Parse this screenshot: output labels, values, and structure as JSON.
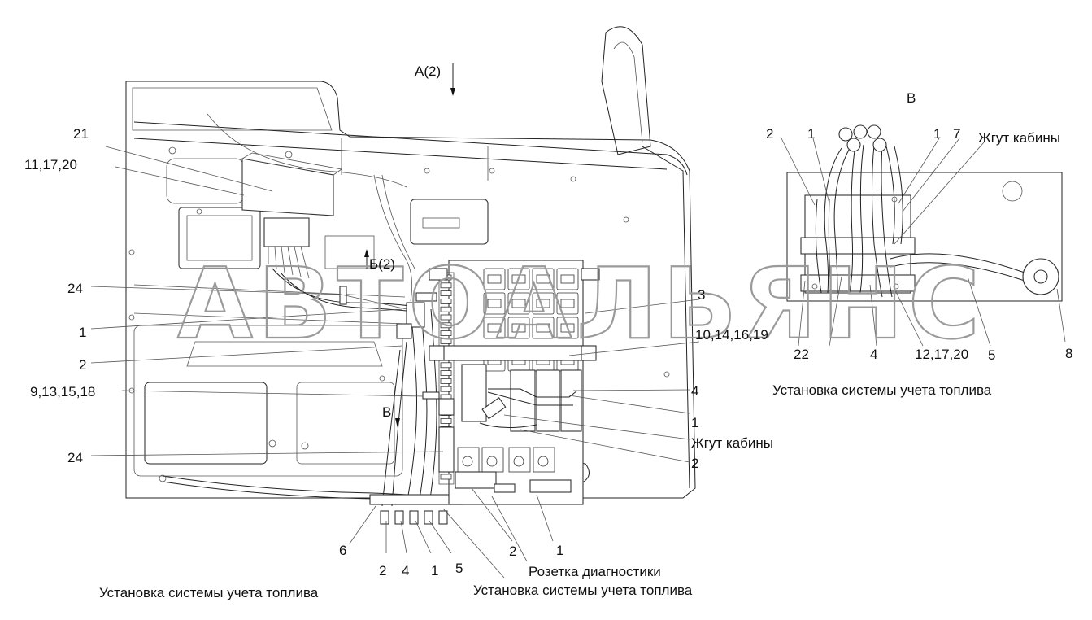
{
  "view_labels": {
    "view_a": "А(2)",
    "view_b": "Б(2)",
    "view_v_arrow": "В",
    "view_v_title": "В"
  },
  "callouts_main": {
    "c21": "21",
    "c11_17_20": "11,17,20",
    "c24_top": "24",
    "c1_left": "1",
    "c2_left": "2",
    "c9_13_15_18": "9,13,15,18",
    "c24_bottom": "24",
    "c3": "3",
    "c10_14_16_19": "10,14,16,19",
    "c4_right": "4",
    "c1_right": "1",
    "harness_right": "Жгут кабины",
    "c2_right": "2",
    "c6": "6",
    "c2_bottom": "2",
    "c4_bottom": "4",
    "c1_bottom": "1",
    "c5_bottom": "5",
    "c2_bottom_b": "2",
    "c1_bottom_b": "1",
    "diag_socket": "Розетка диагностики",
    "fuel_left": "Установка системы учета топлива",
    "fuel_center": "Установка системы учета топлива"
  },
  "detail_v": {
    "c2": "2",
    "c1a": "1",
    "c1b": "1",
    "c7": "7",
    "harness": "Жгут кабины",
    "c22": "22",
    "c4": "4",
    "c12_17_20": "12,17,20",
    "c5": "5",
    "c8": "8",
    "fuel": "Установка системы учета топлива"
  },
  "watermark": "АВТОАЛЬЯНС"
}
